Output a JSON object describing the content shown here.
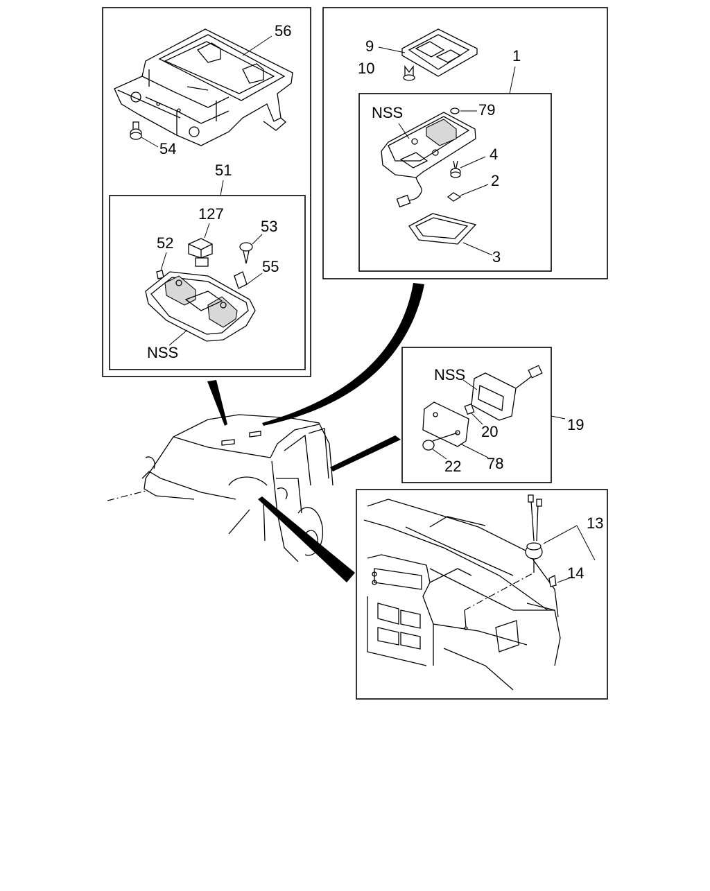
{
  "labels": {
    "l56": "56",
    "l54": "54",
    "l51": "51",
    "l127": "127",
    "l53": "53",
    "l52": "52",
    "l55": "55",
    "l_nss_left": "NSS",
    "l9": "9",
    "l10": "10",
    "l1": "1",
    "l_nss_top": "NSS",
    "l79": "79",
    "l4": "4",
    "l2": "2",
    "l3": "3",
    "l_nss_mid": "NSS",
    "l20": "20",
    "l19": "19",
    "l22": "22",
    "l78": "78",
    "l13": "13",
    "l14": "14"
  }
}
